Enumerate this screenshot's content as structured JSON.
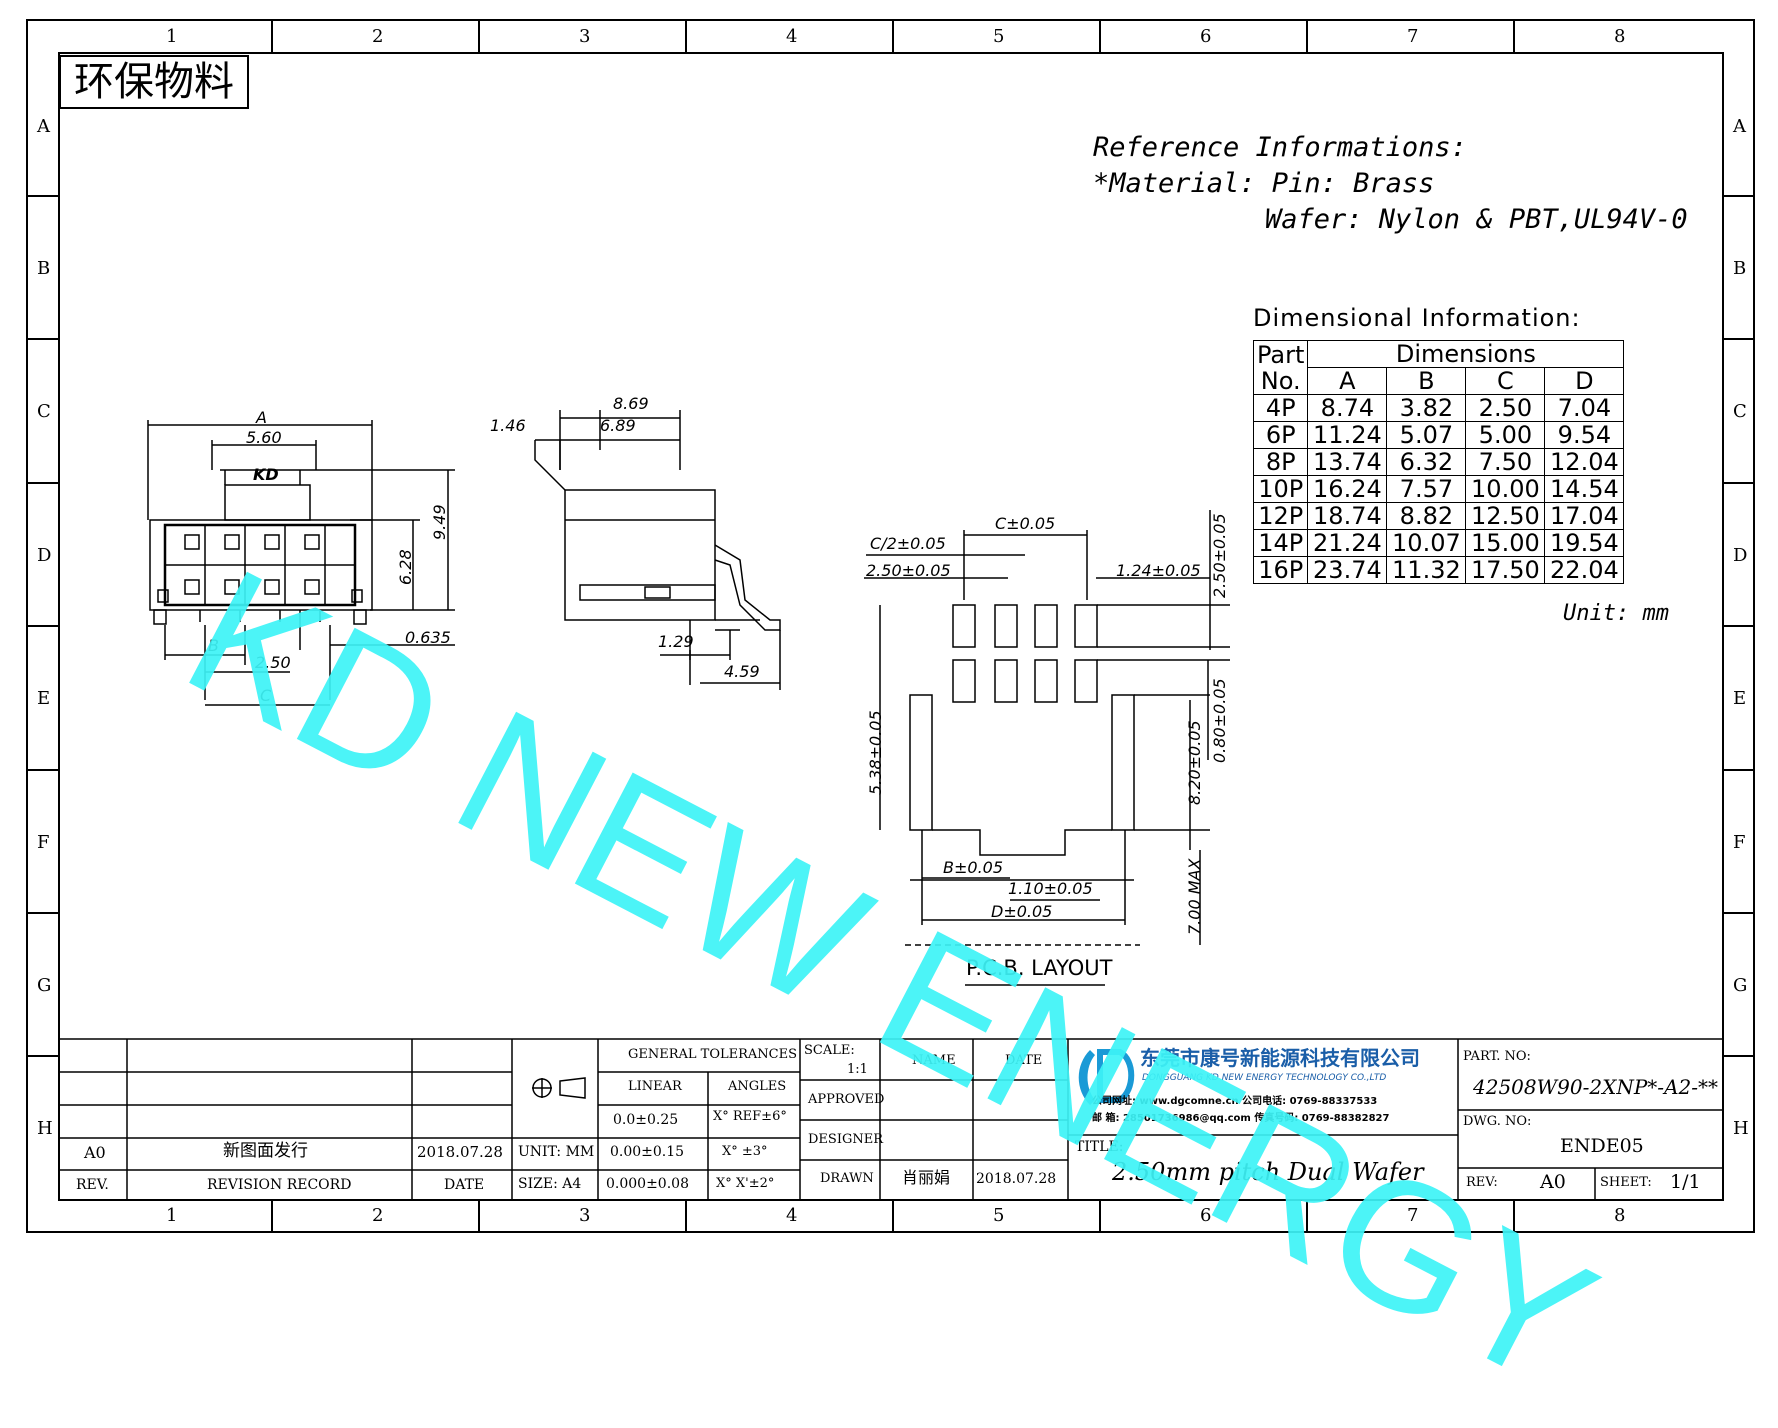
{
  "stamp": "环保物料",
  "watermark": "KD NEW ENERGY",
  "zones": {
    "columns": [
      "1",
      "2",
      "3",
      "4",
      "5",
      "6",
      "7",
      "8"
    ],
    "rows": [
      "A",
      "B",
      "C",
      "D",
      "E",
      "F",
      "G",
      "H"
    ]
  },
  "reference": {
    "heading": "Reference Informations:",
    "material_line": "*Material: Pin: Brass",
    "wafer_line": "Wafer: Nylon & PBT,UL94V-0"
  },
  "dimensional": {
    "heading": "Dimensional Information:",
    "col_part_1": "Part",
    "col_part_2": "No.",
    "col_dimensions": "Dimensions",
    "cols": [
      "A",
      "B",
      "C",
      "D"
    ],
    "rows": [
      [
        "4P",
        "8.74",
        "3.82",
        "2.50",
        "7.04"
      ],
      [
        "6P",
        "11.24",
        "5.07",
        "5.00",
        "9.54"
      ],
      [
        "8P",
        "13.74",
        "6.32",
        "7.50",
        "12.04"
      ],
      [
        "10P",
        "16.24",
        "7.57",
        "10.00",
        "14.54"
      ],
      [
        "12P",
        "18.74",
        "8.82",
        "12.50",
        "17.04"
      ],
      [
        "14P",
        "21.24",
        "10.07",
        "15.00",
        "19.54"
      ],
      [
        "16P",
        "23.74",
        "11.32",
        "17.50",
        "22.04"
      ]
    ],
    "unit": "Unit: mm"
  },
  "front_view": {
    "dim_a": "A",
    "dim_560": "5.60",
    "logo": "KD",
    "dim_949": "9.49",
    "dim_628": "6.28",
    "dim_0635": "0.635",
    "dim_b": "B",
    "dim_250": "2.50",
    "dim_c": "C"
  },
  "side_view": {
    "dim_869": "8.69",
    "dim_146": "1.46",
    "dim_689": "6.89",
    "dim_129": "1.29",
    "dim_459": "4.59"
  },
  "pcb": {
    "c": "C±0.05",
    "c2": "C/2±0.05",
    "p250": "2.50±0.05",
    "p124": "1.24±0.05",
    "v250": "2.50±0.05",
    "v538": "5.38±0.05",
    "v820": "8.20±0.05",
    "v080": "0.80±0.05",
    "b": "B±0.05",
    "p110": "1.10±0.05",
    "d": "D±0.05",
    "v700": "7.00 MAX",
    "label": "P.C.B. LAYOUT"
  },
  "title_block": {
    "rev_a0": "A0",
    "rev_desc": "新图面发行",
    "rev_date": "2018.07.28",
    "h_rev": "REV.",
    "h_record": "REVISION RECORD",
    "h_date": "DATE",
    "unit": "UNIT: MM",
    "size": "SIZE: A4",
    "general_tol": "GENERAL TOLERANCES",
    "linear": "LINEAR",
    "angles": "ANGLES",
    "lin1": "0.0±0.25",
    "lin2": "0.00±0.15",
    "lin3": "0.000±0.08",
    "ang1": "X° REF±6°",
    "ang2": "X° ±3°",
    "ang3": "X° X'±2°",
    "scale_label": "SCALE:",
    "scale_value": "1:1",
    "approved": "APPROVED",
    "designer": "DESIGNER",
    "drawn": "DRAWN",
    "name_h": "NAME",
    "date_h": "DATE",
    "drawn_name": "肖丽娟",
    "drawn_date": "2018.07.28",
    "company_cn": "东莞市康号新能源科技有限公司",
    "company_en": "DONGGUANG KD NEW ENERGY TECHNOLOGY CO.,LTD",
    "contact_1": "公司网址: www.dgcomne.cn    公司电话: 0769-88337533",
    "contact_2": "邮    箱: 28501736986@qq.com   传真号码: 0769-88382827",
    "title_label": "TITLE:",
    "title": "2.50mm pitch Dual Wafer",
    "part_label": "PART. NO:",
    "part_no": "42508W90-2XNP*-A2-**",
    "dwg_label": "DWG. NO:",
    "dwg_no": "ENDE05",
    "rev_label": "REV:",
    "rev_value": "A0",
    "sheet_label": "SHEET:",
    "sheet_value": "1/1"
  }
}
